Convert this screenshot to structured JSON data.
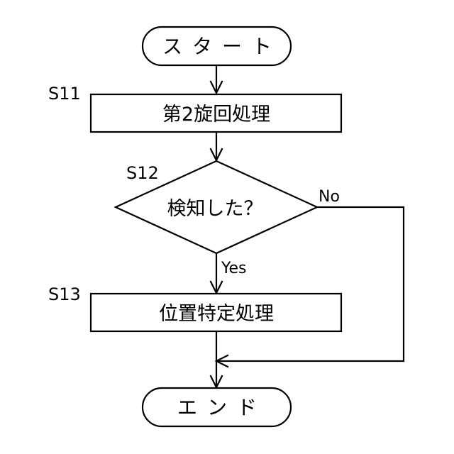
{
  "start": {
    "label": "スタート"
  },
  "end": {
    "label": "エンド"
  },
  "steps": [
    {
      "id": "S11",
      "label": "第2旋回処理"
    },
    {
      "id": "S12",
      "label": "検知した？"
    },
    {
      "id": "S13",
      "label": "位置特定処理"
    }
  ],
  "branches": {
    "yes": "Yes",
    "no": "No"
  }
}
